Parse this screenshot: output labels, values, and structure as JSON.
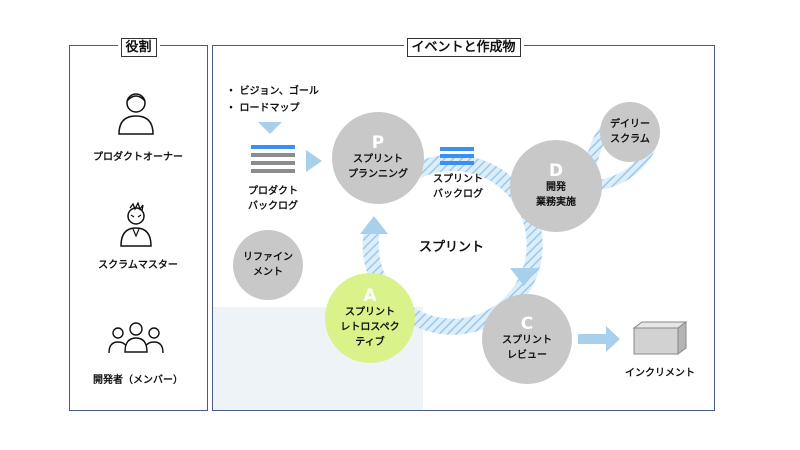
{
  "roles_panel": {
    "title": "役割",
    "roles": [
      {
        "icon": "person-icon",
        "label": "プロダクトオーナー"
      },
      {
        "icon": "stressed-person-icon",
        "label": "スクラムマスター"
      },
      {
        "icon": "group-icon",
        "label": "開発者（メンバー）"
      }
    ]
  },
  "events_panel": {
    "title": "イベントと作成物",
    "bullets": [
      "・ ビジョン、ゴール",
      "・ ロードマップ"
    ],
    "product_backlog": "プロダクト\nバックログ",
    "sprint_backlog": "スプリント\nバックログ",
    "refinement": "リファイン\nメント",
    "planning": {
      "letter": "P",
      "label": "スプリント\nプランニング"
    },
    "daily": {
      "label": "デイリー\nスクラム"
    },
    "dev": {
      "letter": "D",
      "label": "開発\n業務実施"
    },
    "sprint": "スプリント",
    "retro": {
      "letter": "A",
      "label": "スプリント\nレトロスペク\nティブ"
    },
    "review": {
      "letter": "C",
      "label": "スプリント\nレビュー"
    },
    "increment": "インクリメント"
  },
  "colors": {
    "border": "#4a5a82",
    "circle_gray": "#c8c8c8",
    "retro_green": "#d9f28a",
    "backlog_blue": "#3b8ff0",
    "backlog_gray": "#8c8c8c",
    "arrow_blue": "#a8d0ec"
  }
}
